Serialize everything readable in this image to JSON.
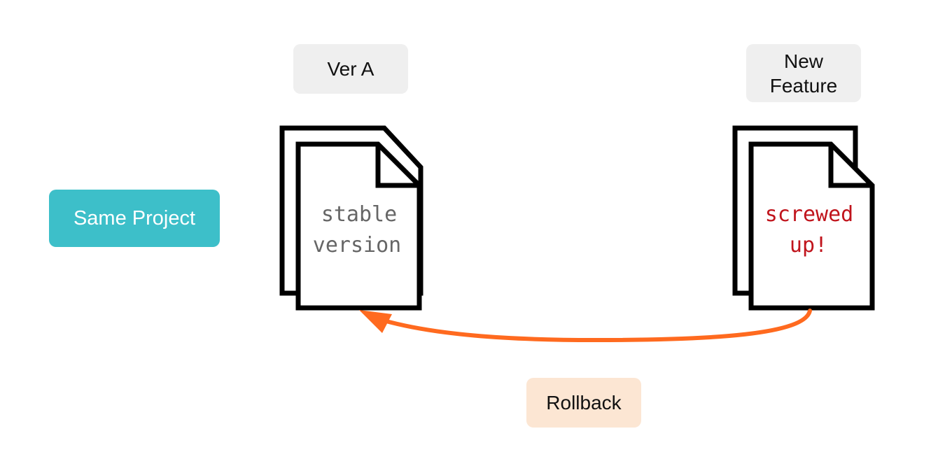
{
  "labels": {
    "same_project": "Same Project",
    "ver_a": "Ver  A",
    "new_feature": "New\nFeature",
    "rollback": "Rollback"
  },
  "documents": {
    "stable": {
      "line1": "stable",
      "line2": "version"
    },
    "broken": {
      "line1": "screwed",
      "line2": "up!"
    }
  },
  "colors": {
    "same_project_bg": "#3dbfc9",
    "rollback_bg": "#fce6d3",
    "stable_text": "#666666",
    "broken_text": "#c0141c",
    "arrow": "#ff6a1f"
  }
}
